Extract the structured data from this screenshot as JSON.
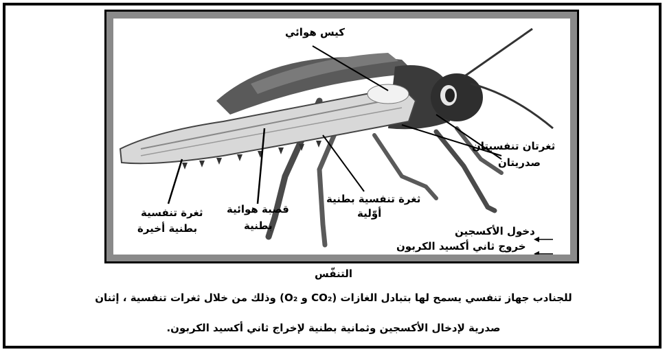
{
  "labels": {
    "air_sac": "كيس هوائي",
    "thoracic_spiracles_line1": "ثغرتان تنفسيتان",
    "thoracic_spiracles_line2": "صدريتان",
    "first_abdominal_spiracle_line1": "ثغرة تنفسية بطنية",
    "first_abdominal_spiracle_line2": "أوّلية",
    "abdominal_trachea_line1": "قصبة هوائية",
    "abdominal_trachea_line2": "بطنية",
    "last_abdominal_spiracle_line1": "ثغرة تنفسية",
    "last_abdominal_spiracle_line2": "بطنية أخيرة"
  },
  "legend": {
    "oxygen_in": "دخول الأكسجين",
    "co2_out": "خروج ثاني أكسيد الكربون"
  },
  "caption": {
    "title": "التنفّس",
    "line1": "للجنادب جهاز تنفسي يسمح لها بتبادل الغازات (CO₂ و O₂) وذلك من خلال ثغرات تنفسية ، إثنان",
    "line2": "صدرية لإدخال الأكسجين وثمانية بطنية لإخراج ثاني أكسيد الكربون."
  },
  "colors": {
    "frame": "#000000",
    "figure_border": "#8a8a8a",
    "insect_body": "#3a3a3a",
    "insect_abdomen": "#d8d8d8"
  }
}
